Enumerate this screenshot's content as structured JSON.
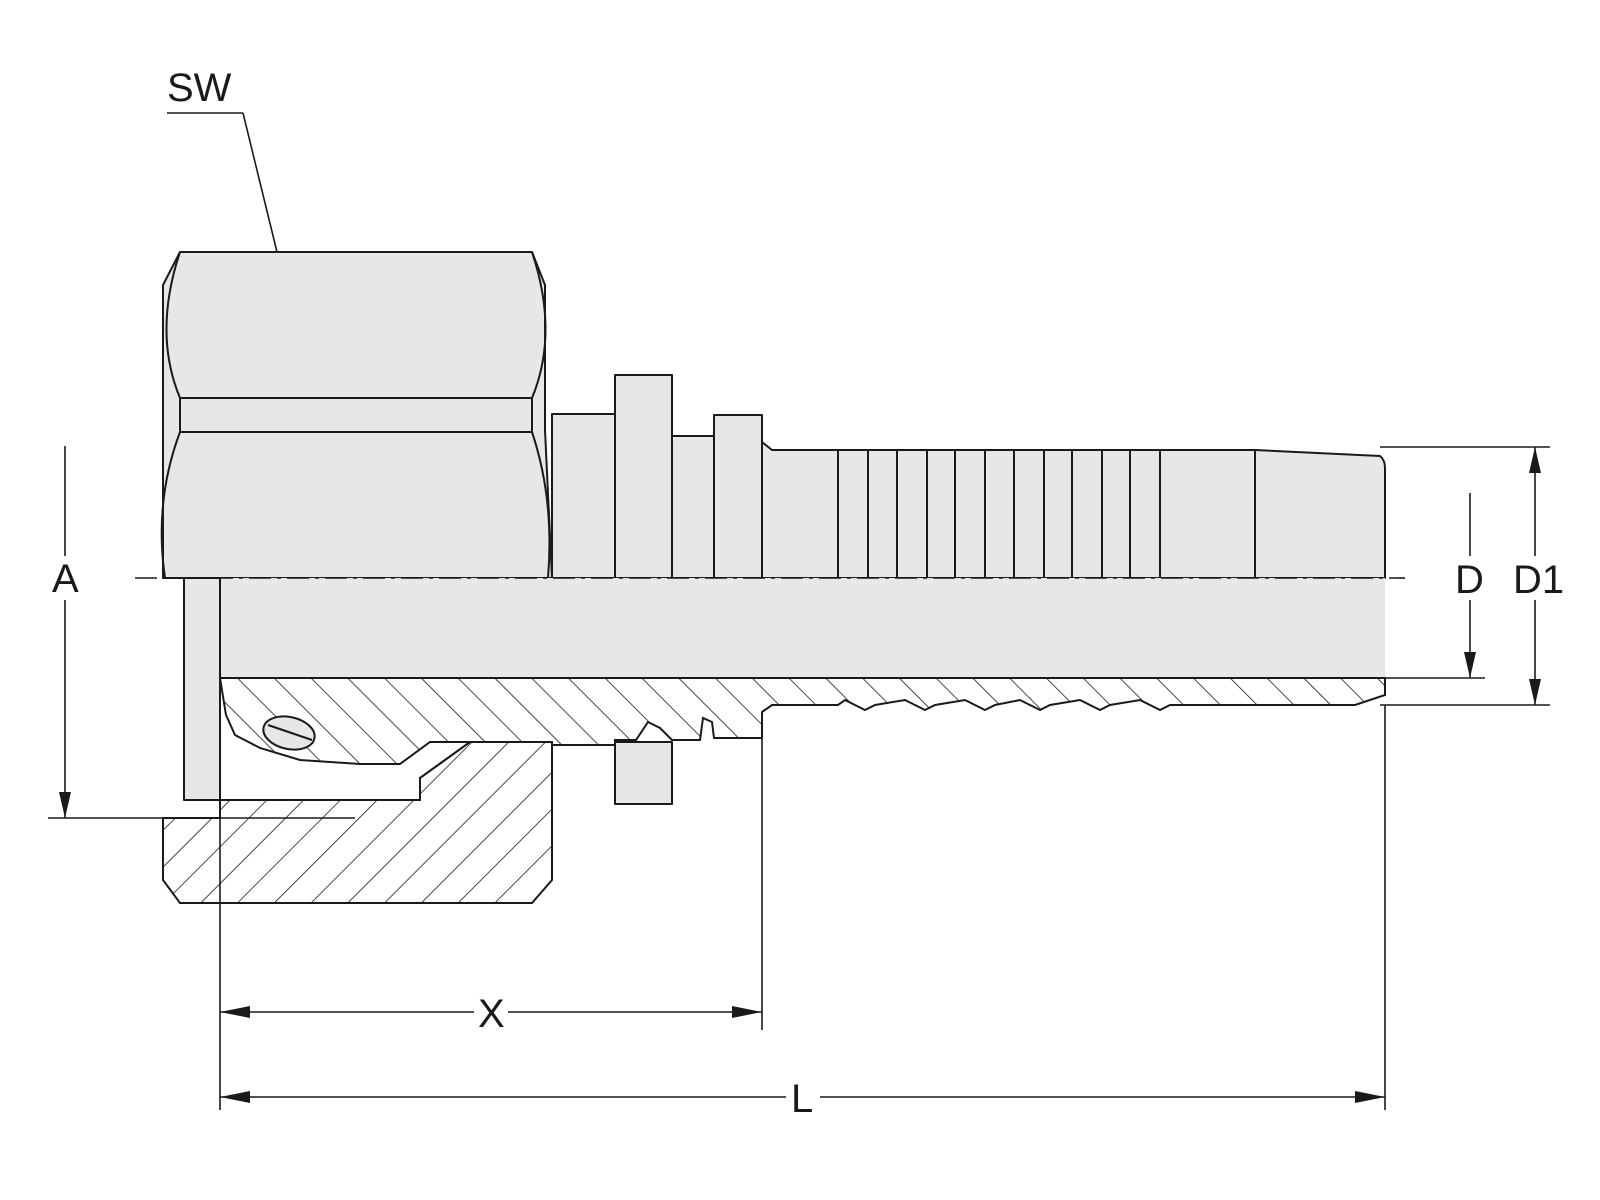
{
  "labels": {
    "sw": "SW",
    "a": "A",
    "d": "D",
    "d1": "D1",
    "x": "X",
    "l": "L"
  }
}
